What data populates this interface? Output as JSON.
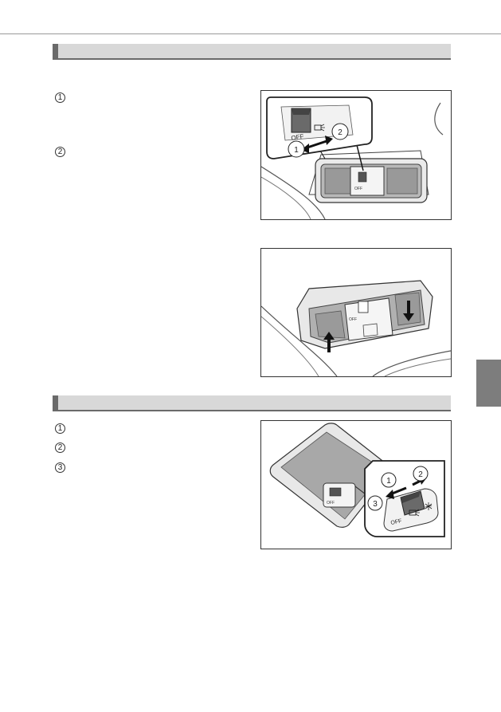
{
  "sections": [
    {
      "title": ""
    },
    {
      "title": ""
    }
  ],
  "figure1": {
    "switch_label_off": "OFF",
    "callout_1": "1",
    "callout_2": "2"
  },
  "figure2": {
    "switch_label_off": "OFF"
  },
  "figure3": {
    "switch_label_off": "OFF",
    "callout_1": "1",
    "callout_2": "2",
    "callout_3": "3"
  },
  "steps_section1": [
    "1",
    "2"
  ],
  "steps_section2": [
    "1",
    "2",
    "3"
  ],
  "icons": [
    "door-light-icon",
    "interior-light-icon"
  ],
  "colors": {
    "section_bar": "#d8d8d8",
    "section_accent": "#6a6a6a",
    "side_tab": "#7d7d7d"
  }
}
